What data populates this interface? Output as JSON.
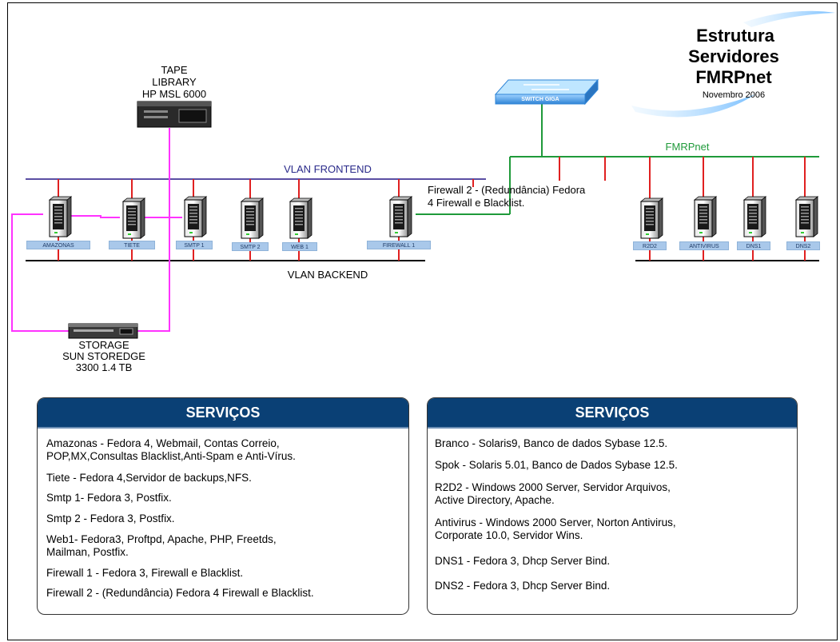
{
  "title": {
    "line1": "Estrutura",
    "line2": "Servidores",
    "line3": "FMRPnet",
    "subtitle": "Novembro 2006"
  },
  "tape": {
    "line1": "TAPE",
    "line2": "LIBRARY",
    "line3": "HP MSL 6000"
  },
  "storage": {
    "line1": "STORAGE",
    "line2": "SUN STOREDGE",
    "line3": "3300 1.4 TB"
  },
  "vlans": {
    "frontend": "VLAN FRONTEND",
    "backend": "VLAN BACKEND",
    "fmrpnet": "FMRPnet"
  },
  "switch": {
    "label": "SWITCH GIGA"
  },
  "firewall_note": {
    "line1": "Firewall 2 - (Redundância) Fedora",
    "line2": "4 Firewall e Blacklist."
  },
  "servers_left": [
    "AMAZONAS",
    "TIETE",
    "SMTP 1",
    "SMTP 2",
    "WEB 1",
    "FIREWALL 1"
  ],
  "servers_right": [
    "R2D2",
    "ANTIVIRUS",
    "DNS1",
    "DNS2"
  ],
  "colors": {
    "frontend_line": "#5b4fa3",
    "drop_line": "#e02020",
    "storage_link": "#ff33ff",
    "fmrpnet_line": "#1f9a3a",
    "panel_header": "#0a4075"
  },
  "panel_left": {
    "heading": "SERVIÇOS",
    "items": [
      {
        "line1": "Amazonas - Fedora 4, Webmail, Contas Correio,",
        "line2": "POP,MX,Consultas Blacklist,Anti-Spam e Anti-Vírus."
      },
      {
        "line1": "Tiete - Fedora 4,Servidor de backups,NFS.",
        "line2": ""
      },
      {
        "line1": "Smtp 1- Fedora 3, Postfix.",
        "line2": ""
      },
      {
        "line1": "Smtp 2 - Fedora 3, Postfix.",
        "line2": ""
      },
      {
        "line1": "Web1- Fedora3, Proftpd, Apache, PHP, Freetds,",
        "line2": "Mailman, Postfix."
      },
      {
        "line1": "Firewall 1 - Fedora 3, Firewall e Blacklist.",
        "line2": ""
      },
      {
        "line1": "Firewall 2 - (Redundância) Fedora 4 Firewall e Blacklist.",
        "line2": ""
      }
    ]
  },
  "panel_right": {
    "heading": "SERVIÇOS",
    "items": [
      {
        "line1": "Branco - Solaris9, Banco de dados Sybase 12.5.",
        "line2": ""
      },
      {
        "line1": "Spok - Solaris 5.01, Banco de Dados Sybase 12.5.",
        "line2": ""
      },
      {
        "line1": "R2D2 - Windows 2000 Server, Servidor Arquivos,",
        "line2": "Active Directory, Apache."
      },
      {
        "line1": "Antivirus - Windows 2000 Server, Norton Antivirus,",
        "line2": "Corporate 10.0, Servidor Wins."
      },
      {
        "line1": "DNS1 - Fedora 3, Dhcp Server Bind.",
        "line2": ""
      },
      {
        "line1": "DNS2 - Fedora 3, Dhcp Server Bind.",
        "line2": ""
      }
    ]
  }
}
